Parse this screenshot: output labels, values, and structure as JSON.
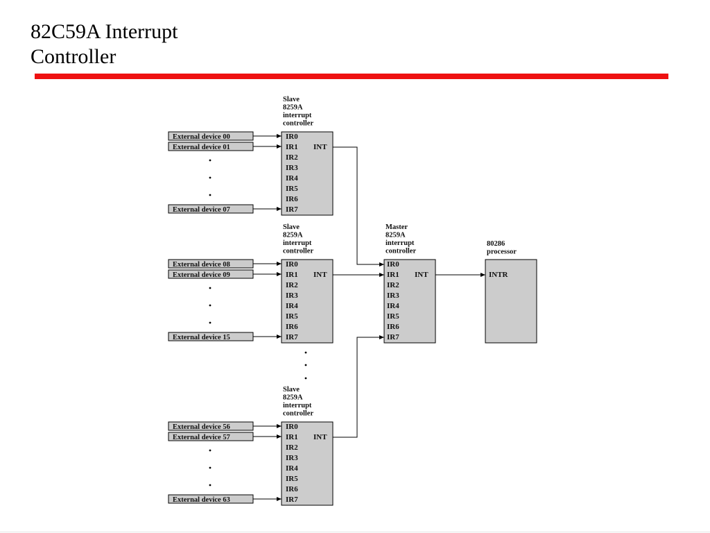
{
  "title": {
    "line1": "82C59A Interrupt",
    "line2": "Controller"
  },
  "colors": {
    "title_rule": "#ee1111",
    "box_fill": "#cccccc",
    "stroke": "#000000"
  },
  "slaves": [
    {
      "caption": [
        "Slave",
        "8259A",
        "interrupt",
        "controller"
      ],
      "pins": [
        "IR0",
        "IR1",
        "IR2",
        "IR3",
        "IR4",
        "IR5",
        "IR6",
        "IR7"
      ],
      "int_label": "INT",
      "devices": [
        "External device 00",
        "External device 01",
        "External device 07"
      ]
    },
    {
      "caption": [
        "Slave",
        "8259A",
        "interrupt",
        "controller"
      ],
      "pins": [
        "IR0",
        "IR1",
        "IR2",
        "IR3",
        "IR4",
        "IR5",
        "IR6",
        "IR7"
      ],
      "int_label": "INT",
      "devices": [
        "External device 08",
        "External device 09",
        "External device 15"
      ]
    },
    {
      "caption": [
        "Slave",
        "8259A",
        "interrupt",
        "controller"
      ],
      "pins": [
        "IR0",
        "IR1",
        "IR2",
        "IR3",
        "IR4",
        "IR5",
        "IR6",
        "IR7"
      ],
      "int_label": "INT",
      "devices": [
        "External device 56",
        "External device 57",
        "External device 63"
      ]
    }
  ],
  "master": {
    "caption": [
      "Master",
      "8259A",
      "interrupt",
      "controller"
    ],
    "pins": [
      "IR0",
      "IR1",
      "IR2",
      "IR3",
      "IR4",
      "IR5",
      "IR6",
      "IR7"
    ],
    "int_label": "INT"
  },
  "processor": {
    "caption": [
      "80286",
      "processor"
    ],
    "pin": "INTR"
  }
}
